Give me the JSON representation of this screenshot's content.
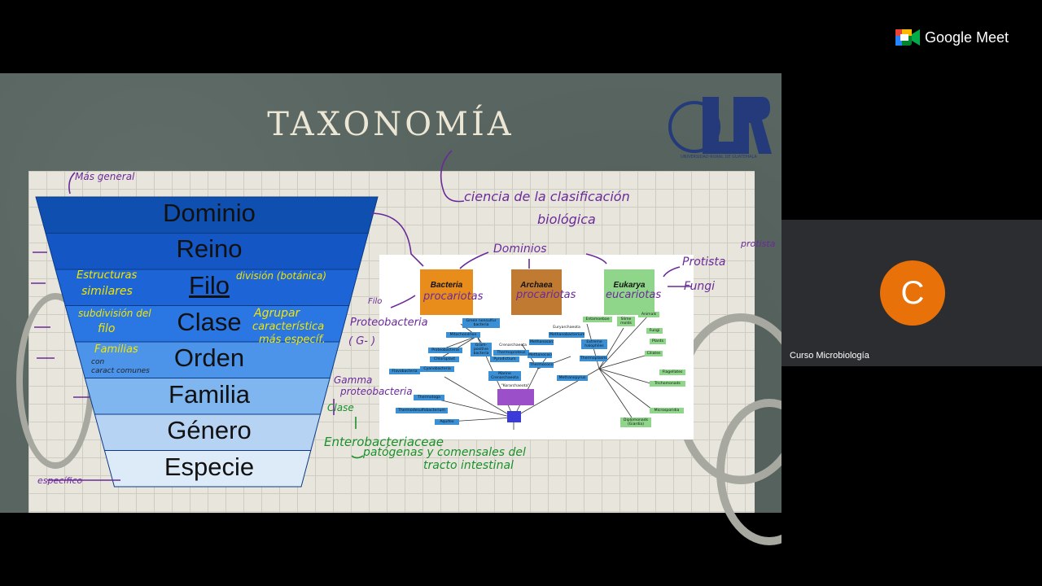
{
  "slide": {
    "title": "TAXONOMÍA",
    "logo_text": "UNIVERSIDAD RURAL DE GUATEMALA",
    "levels": [
      "Dominio",
      "Reino",
      "Filo",
      "Clase",
      "Orden",
      "Familia",
      "Género",
      "Especie"
    ],
    "colors": {
      "level_colors": [
        "#0f4fb0",
        "#1456c4",
        "#1d64d6",
        "#2a76e3",
        "#4c93ea",
        "#7fb6ef",
        "#b7d3f4",
        "#ddeaf8"
      ],
      "bacteria": "#e88c1c",
      "archaea": "#c07a32",
      "eukarya": "#8fd68a",
      "ink_purple": "#6a2a9a",
      "ink_green": "#1a8f2a",
      "ink_yellow": "#f2e600"
    },
    "domains": [
      "Bacteria",
      "Archaea",
      "Eukarya"
    ],
    "tree_nodes": {
      "bacteria": [
        "Green nonsulfur bacteria",
        "Mitochondrion",
        "Proteobacteria",
        "Chloroplast",
        "Cyanobacteria",
        "Gram-positive bacteria",
        "Flavobacteria",
        "Thermotoga",
        "Thermodesulfobacterium",
        "Aquifex"
      ],
      "archaea": [
        "Crenarchaeota",
        "Thermoproteus",
        "Pyrodictium",
        "Marine Crenarchaeota",
        "Euryarchaeota",
        "Methanobacterium",
        "Methanosarcina",
        "Extreme halophiles",
        "Methanococcus",
        "Thermococcus",
        "Thermoplasma",
        "Methanopyrus",
        "\"Korarchaeota\""
      ],
      "eukarya": [
        "Entamoebae",
        "Slime molds",
        "Animals",
        "Fungi",
        "Plants",
        "Ciliates",
        "Flagellates",
        "Trichomonads",
        "Microsporidia",
        "Diplomonads (Giardia)"
      ]
    },
    "handwriting": {
      "mas_general": "Más general",
      "especifico": "específico",
      "ciencia_line1": "ciencia   de la clasificación",
      "ciencia_line2": "biológica",
      "dominios": "Dominios",
      "procariotas_bacteria": "procariotas",
      "procariotas_archaea": "procariotas",
      "eucariotas": "eucariotas",
      "protista": "Protista",
      "protista_right": "protista",
      "fungi": "Fungi",
      "filo_note": "Filo",
      "estructuras_1": "Estructuras",
      "estructuras_2": "similares",
      "division": "división (botánica)",
      "subdivision_1": "subdivisión del",
      "subdivision_2": "filo",
      "agrupar_1": "Agrupar",
      "agrupar_2": "característica",
      "agrupar_3": "más específ.",
      "familias_1": "Familias",
      "familias_2": "con",
      "familias_3": "caract comunes",
      "proteobacteria": "Proteobacteria",
      "gneg": "( G- )",
      "gamma_1": "Gamma",
      "gamma_2": "proteobacteria",
      "clase": "Clase",
      "entero": "Enterobacteriaceae",
      "patogenas": "patógenas y comensales del",
      "tracto": "tracto intestinal"
    }
  },
  "sidebar": {
    "app_name": "Google Meet",
    "participant_initial": "C",
    "participant_name": "Curso Microbiología"
  }
}
